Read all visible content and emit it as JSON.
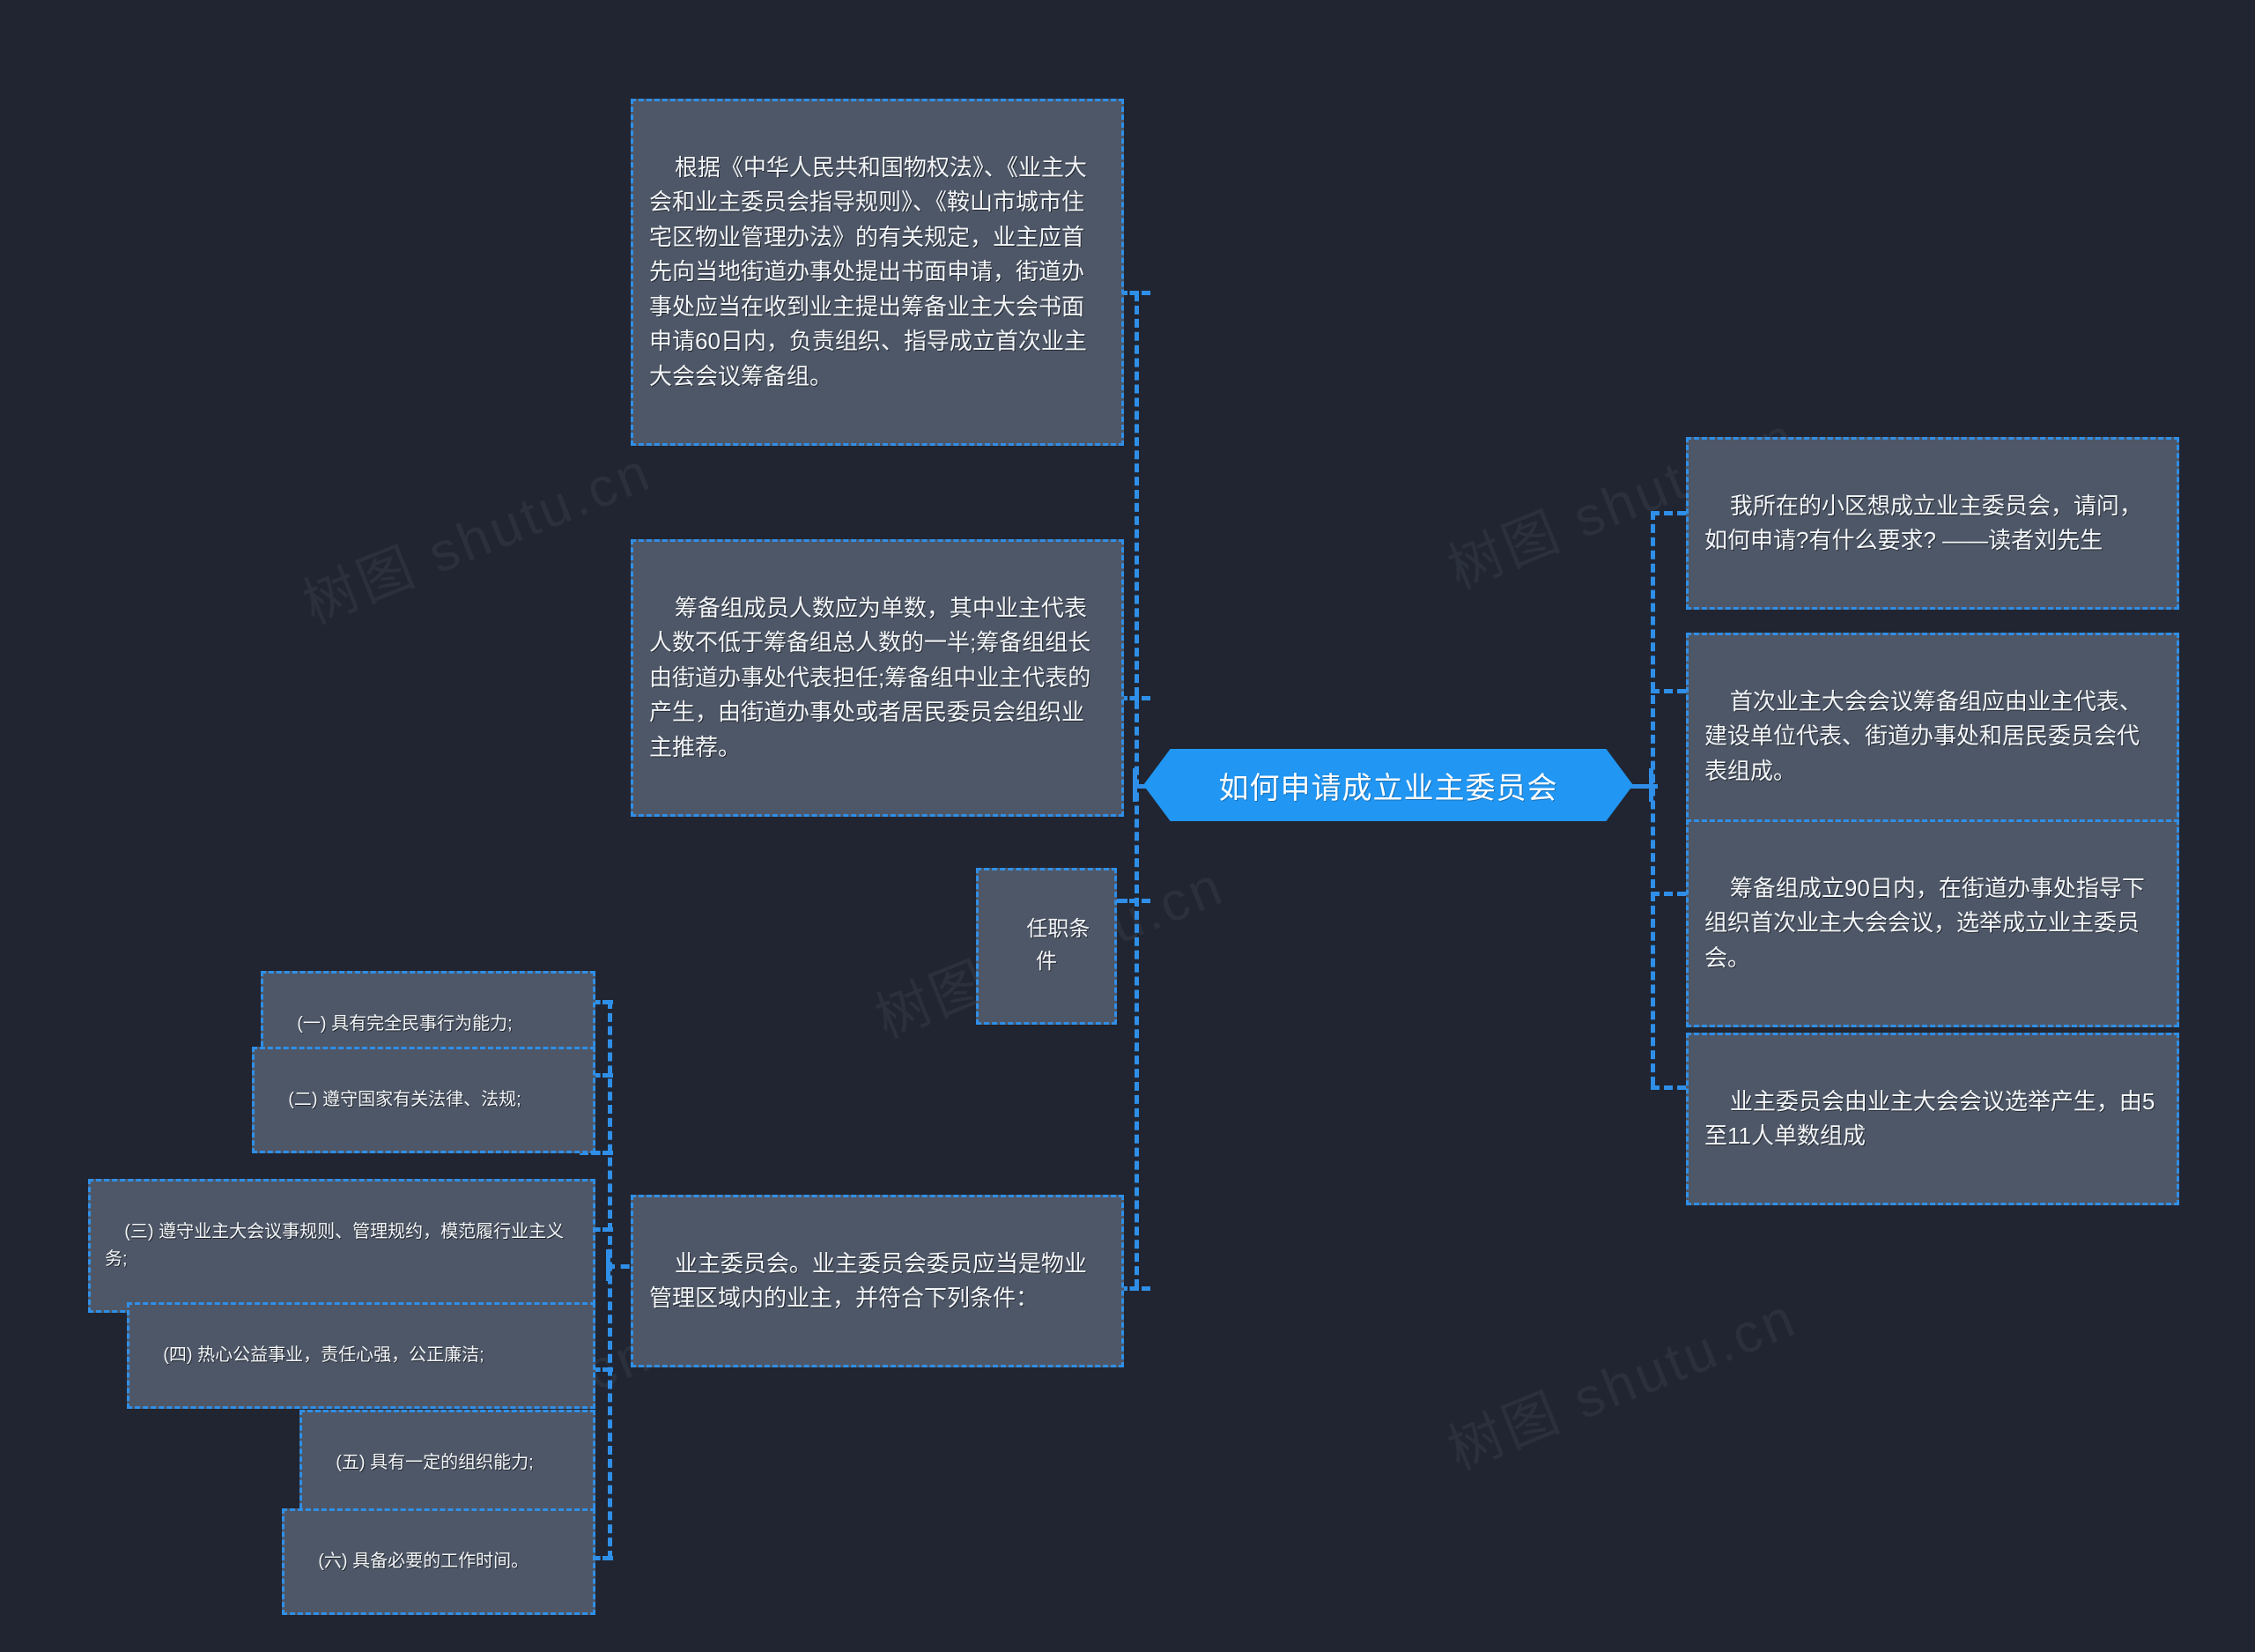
{
  "diagram": {
    "type": "mindmap",
    "title": "如何申请成立业主委员会",
    "accent_color": "#2196f3",
    "node_fill": "#4e5767",
    "background": "#202531",
    "watermark_text": "树图 shutu.cn"
  },
  "center": {
    "label": "如何申请成立业主委员会"
  },
  "left_branches": [
    {
      "id": "l1",
      "label": "根据《中华人民共和国物权法》、《业主大会和业主委员会指导规则》、《鞍山市城市住宅区物业管理办法》的有关规定，业主应首先向当地街道办事处提出书面申请，街道办事处应当在收到业主提出筹备业主大会书面申请60日内，负责组织、指导成立首次业主大会会议筹备组。"
    },
    {
      "id": "l2",
      "label": "筹备组成员人数应为单数，其中业主代表人数不低于筹备组总人数的一半;筹备组组长由街道办事处代表担任;筹备组中业主代表的产生，由街道办事处或者居民委员会组织业主推荐。"
    },
    {
      "id": "l3",
      "label": "任职条件"
    },
    {
      "id": "l4",
      "label": "业主委员会。业主委员会委员应当是物业管理区域内的业主，并符合下列条件："
    }
  ],
  "conditions": [
    {
      "id": "c1",
      "label": "(一) 具有完全民事行为能力;"
    },
    {
      "id": "c2",
      "label": "(二) 遵守国家有关法律、法规;"
    },
    {
      "id": "c3",
      "label": "(三) 遵守业主大会议事规则、管理规约，模范履行业主义务;"
    },
    {
      "id": "c4",
      "label": "(四) 热心公益事业，责任心强，公正廉洁;"
    },
    {
      "id": "c5",
      "label": "(五) 具有一定的组织能力;"
    },
    {
      "id": "c6",
      "label": "(六) 具备必要的工作时间。"
    }
  ],
  "right_branches": [
    {
      "id": "r1",
      "label": "我所在的小区想成立业主委员会，请问，如何申请?有什么要求? ——读者刘先生"
    },
    {
      "id": "r2",
      "label": "首次业主大会会议筹备组应由业主代表、建设单位代表、街道办事处和居民委员会代表组成。"
    },
    {
      "id": "r3",
      "label": "筹备组成立90日内，在街道办事处指导下组织首次业主大会会议，选举成立业主委员会。"
    },
    {
      "id": "r4",
      "label": "业主委员会由业主大会会议选举产生，由5至11人单数组成"
    }
  ],
  "watermarks": [
    {
      "id": "w1",
      "text": "树图 shutu.cn"
    },
    {
      "id": "w2",
      "text": "树图 shutu.cn"
    },
    {
      "id": "w3",
      "text": "树图 shutu.cn"
    },
    {
      "id": "w4",
      "text": "树图 shutu.cn"
    },
    {
      "id": "w5",
      "text": "树图 shutu.cn"
    }
  ]
}
